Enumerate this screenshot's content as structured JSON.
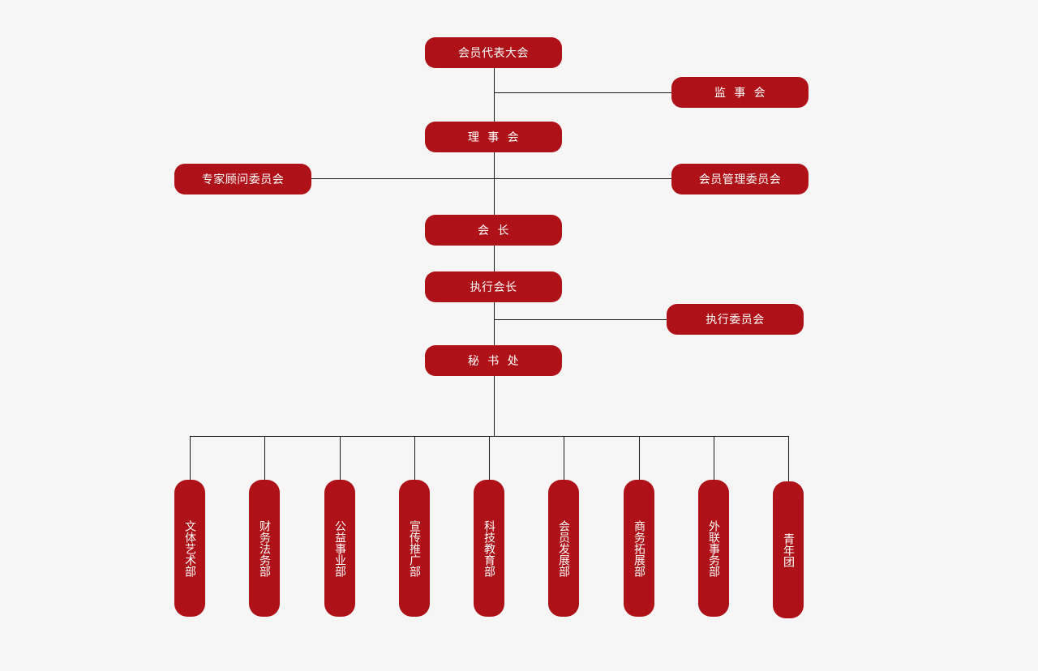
{
  "diagram": {
    "nodes": {
      "general_assembly": "会员代表大会",
      "supervisory_board": "监  事  会",
      "council": "理  事  会",
      "expert_committee": "专家顾问委员会",
      "member_mgmt_committee": "会员管理委员会",
      "president": "会  长",
      "executive_president": "执行会长",
      "executive_committee": "执行委员会",
      "secretariat": "秘  书  处"
    },
    "departments": [
      "文体艺术部",
      "财务法务部",
      "公益事业部",
      "宣传推广部",
      "科技教育部",
      "会员发展部",
      "商务拓展部",
      "外联事务部",
      "青年团"
    ]
  },
  "colors": {
    "node_fill": "#ae1118",
    "node_text": "#ffffff",
    "connector": "#1a1a1a",
    "background": "#f6f6f6"
  }
}
